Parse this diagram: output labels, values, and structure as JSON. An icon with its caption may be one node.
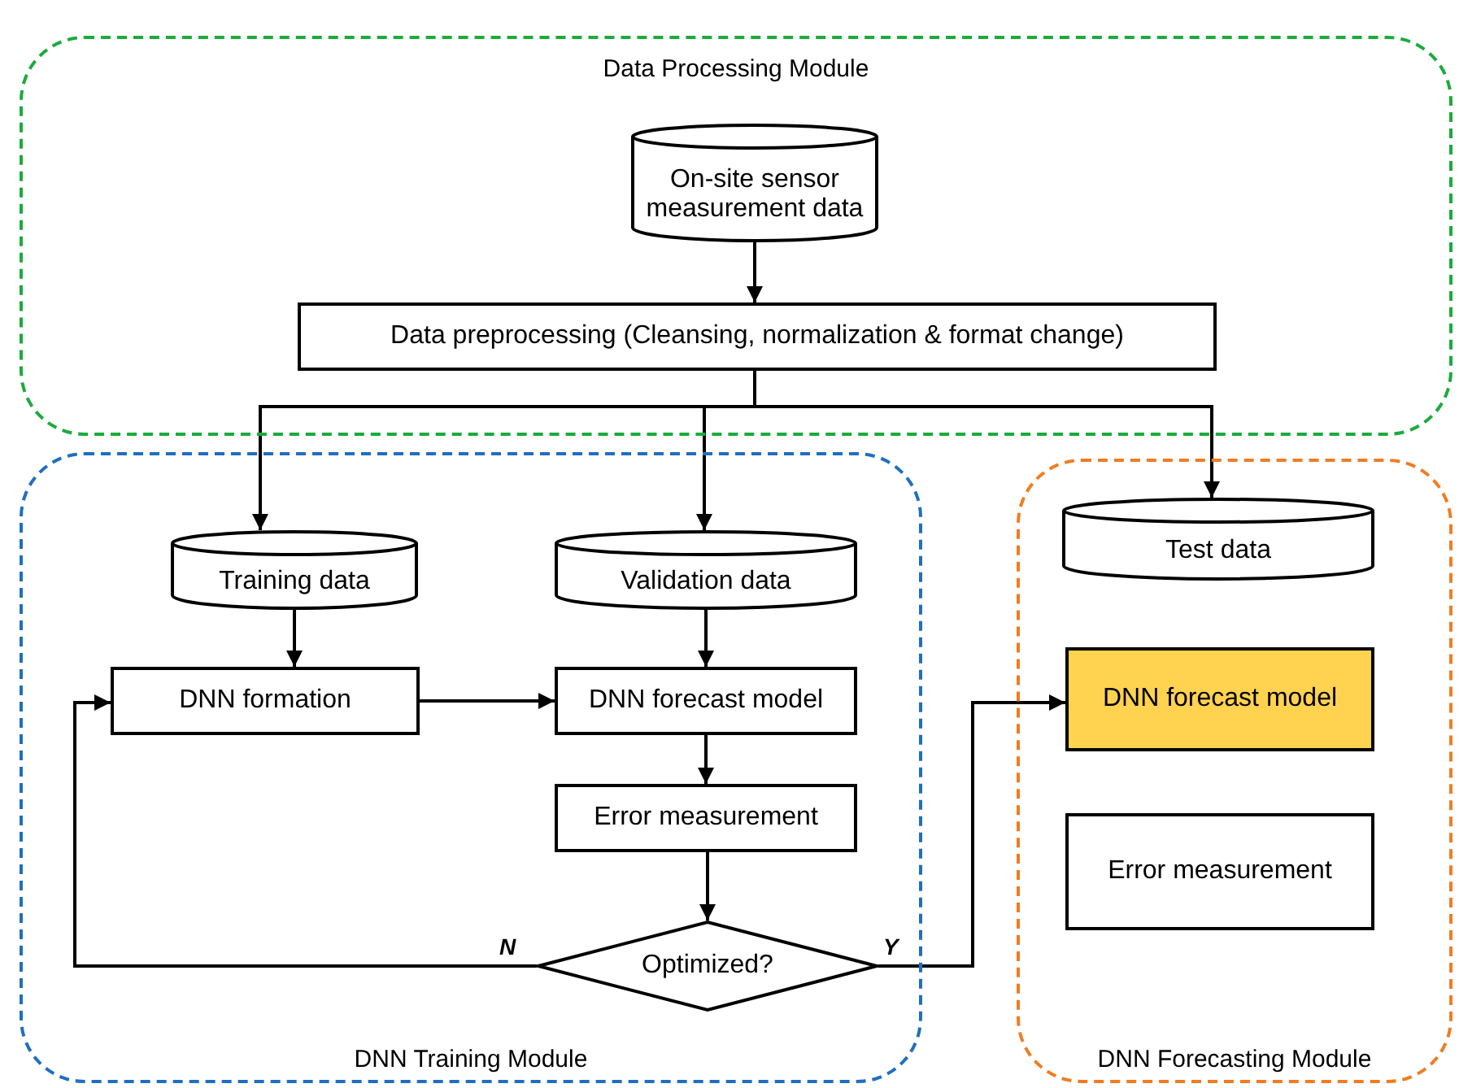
{
  "diagram": {
    "nodes": [
      {
        "text": [
          "Data Processing Module"
        ]
      },
      {
        "text": [
          "On-site sensor measurement data"
        ],
        "in": 0
      },
      {
        "text": [
          "Data preprocessing (Cleansing, normalization & format change)"
        ],
        "in": 0
      },
      {
        "text": [
          "DNN Training Module"
        ]
      },
      {
        "text": [
          "Training data"
        ],
        "in": 3
      },
      {
        "text": [
          "Validation data"
        ],
        "in": 3
      },
      {
        "text": [
          "DNN formation"
        ],
        "in": 3
      },
      {
        "text": [
          "DNN forecast model"
        ],
        "in": 3
      },
      {
        "text": [
          "Error measurement"
        ],
        "in": 3
      },
      {
        "text": [
          "Optimized?"
        ],
        "in": 3
      },
      {
        "text": [
          "DNN Forecasting Module"
        ]
      },
      {
        "text": [
          "Test data"
        ],
        "in": 10
      },
      {
        "text": [
          "DNN forecast model"
        ],
        "in": 10
      },
      {
        "text": [
          "Error measurement"
        ],
        "in": 10
      }
    ],
    "edges": [
      {
        "from": 1,
        "to": 2,
        "arrow": "to"
      },
      {
        "from": 2,
        "to": 4,
        "arrow": "to"
      },
      {
        "from": 2,
        "to": 5,
        "arrow": "to"
      },
      {
        "from": 2,
        "to": 11,
        "arrow": "to"
      },
      {
        "from": 4,
        "to": 6,
        "arrow": "to"
      },
      {
        "from": 5,
        "to": 7,
        "arrow": "to"
      },
      {
        "from": 6,
        "to": 7,
        "arrow": "to"
      },
      {
        "from": 7,
        "to": 8,
        "arrow": "to"
      },
      {
        "from": 8,
        "to": 9,
        "arrow": "to"
      },
      {
        "from": 9,
        "to": 6,
        "arrow": "to",
        "label": "N"
      },
      {
        "from": 9,
        "to": 12,
        "arrow": "to",
        "label": "Y"
      }
    ]
  }
}
